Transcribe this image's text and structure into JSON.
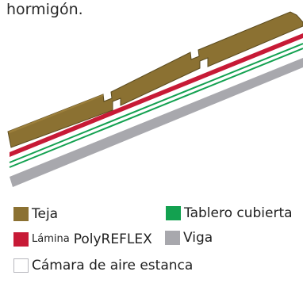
{
  "caption": "hormigón.",
  "legend": {
    "teja": "Teja",
    "tablero": "Tablero cubierta",
    "lamina_prefix": "Lámina",
    "lamina_brand": "PolyREFLEX",
    "viga": "Viga",
    "camara": "Cámara de aire estanca"
  },
  "colors": {
    "teja": "#8b7132",
    "tablero": "#13a150",
    "lamina": "#c71a36",
    "viga": "#a8a8ad",
    "camara": "#ffffff"
  }
}
